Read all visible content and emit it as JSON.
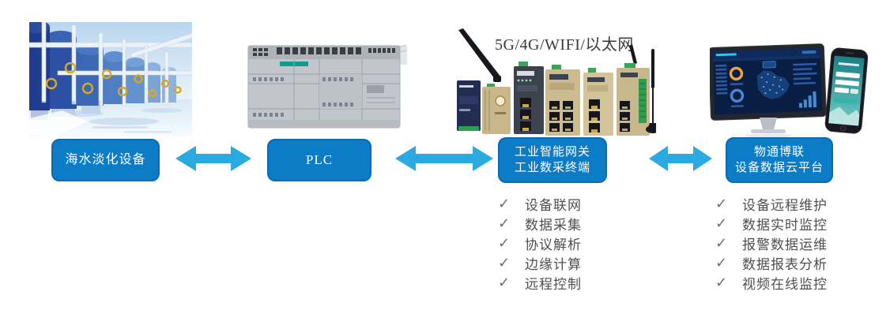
{
  "diagram": {
    "caption_gateway": "5G/4G/WIFI/以太网",
    "nodes": {
      "device": {
        "label": "海水淡化设备"
      },
      "plc": {
        "label": "PLC"
      },
      "gateway": {
        "line1": "工业智能网关",
        "line2": "工业数采终端"
      },
      "cloud": {
        "line1": "物通博联",
        "line2": "设备数据云平台"
      }
    },
    "gateway_features": [
      "设备联网",
      "数据采集",
      "协议解析",
      "边缘计算",
      "远程控制"
    ],
    "cloud_features": [
      "设备远程维护",
      "数据实时监控",
      "报警数据运维",
      "数据报表分析",
      "视频在线监控"
    ],
    "glyphs": {
      "check": "✓"
    },
    "colors": {
      "node_box": "#0c7cc7",
      "arrow": "#29abe2",
      "feature_text": "#4f4f4f",
      "check": "#6e6e6e",
      "caption": "#3a3a3a"
    }
  }
}
